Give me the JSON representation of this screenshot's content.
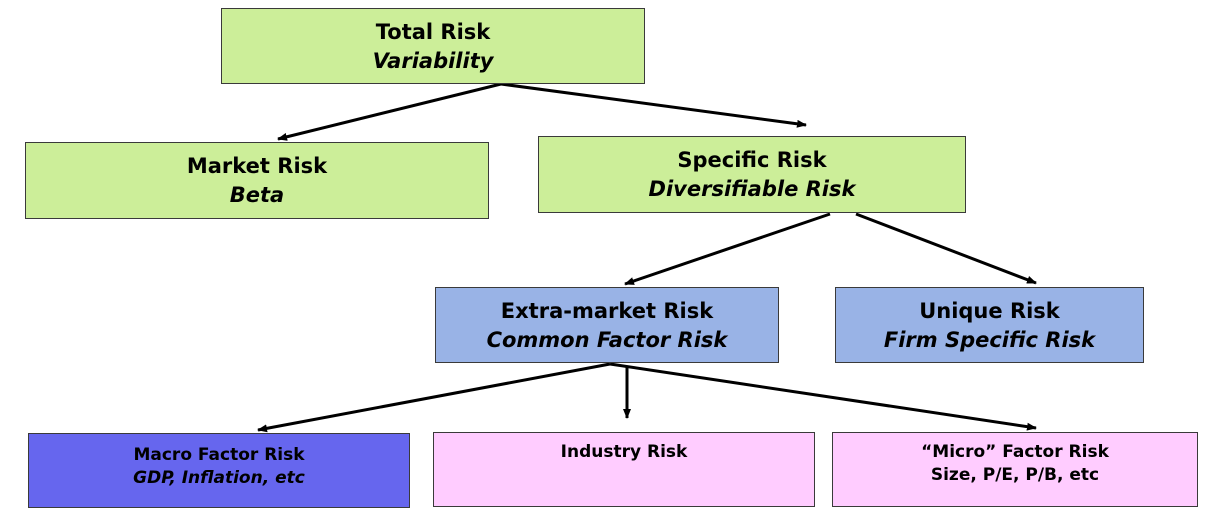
{
  "colors": {
    "green": "#ccee99",
    "blue": "#99b3e6",
    "violet": "#6666ee",
    "pink": "#ffccff"
  },
  "nodes": {
    "total": {
      "title": "Total Risk",
      "sub": "Variability"
    },
    "market": {
      "title": "Market Risk",
      "sub": "Beta"
    },
    "specific": {
      "title": "Specific Risk",
      "sub": "Diversifiable Risk"
    },
    "extra": {
      "title": "Extra-market Risk",
      "sub": "Common Factor Risk"
    },
    "unique": {
      "title": "Unique Risk",
      "sub": "Firm Specific Risk"
    },
    "macro": {
      "title": "Macro Factor Risk",
      "sub": "GDP, Inflation, etc"
    },
    "industry": {
      "title": "Industry Risk"
    },
    "micro": {
      "title": "“Micro” Factor Risk",
      "sub": "Size, P/E, P/B, etc"
    }
  }
}
